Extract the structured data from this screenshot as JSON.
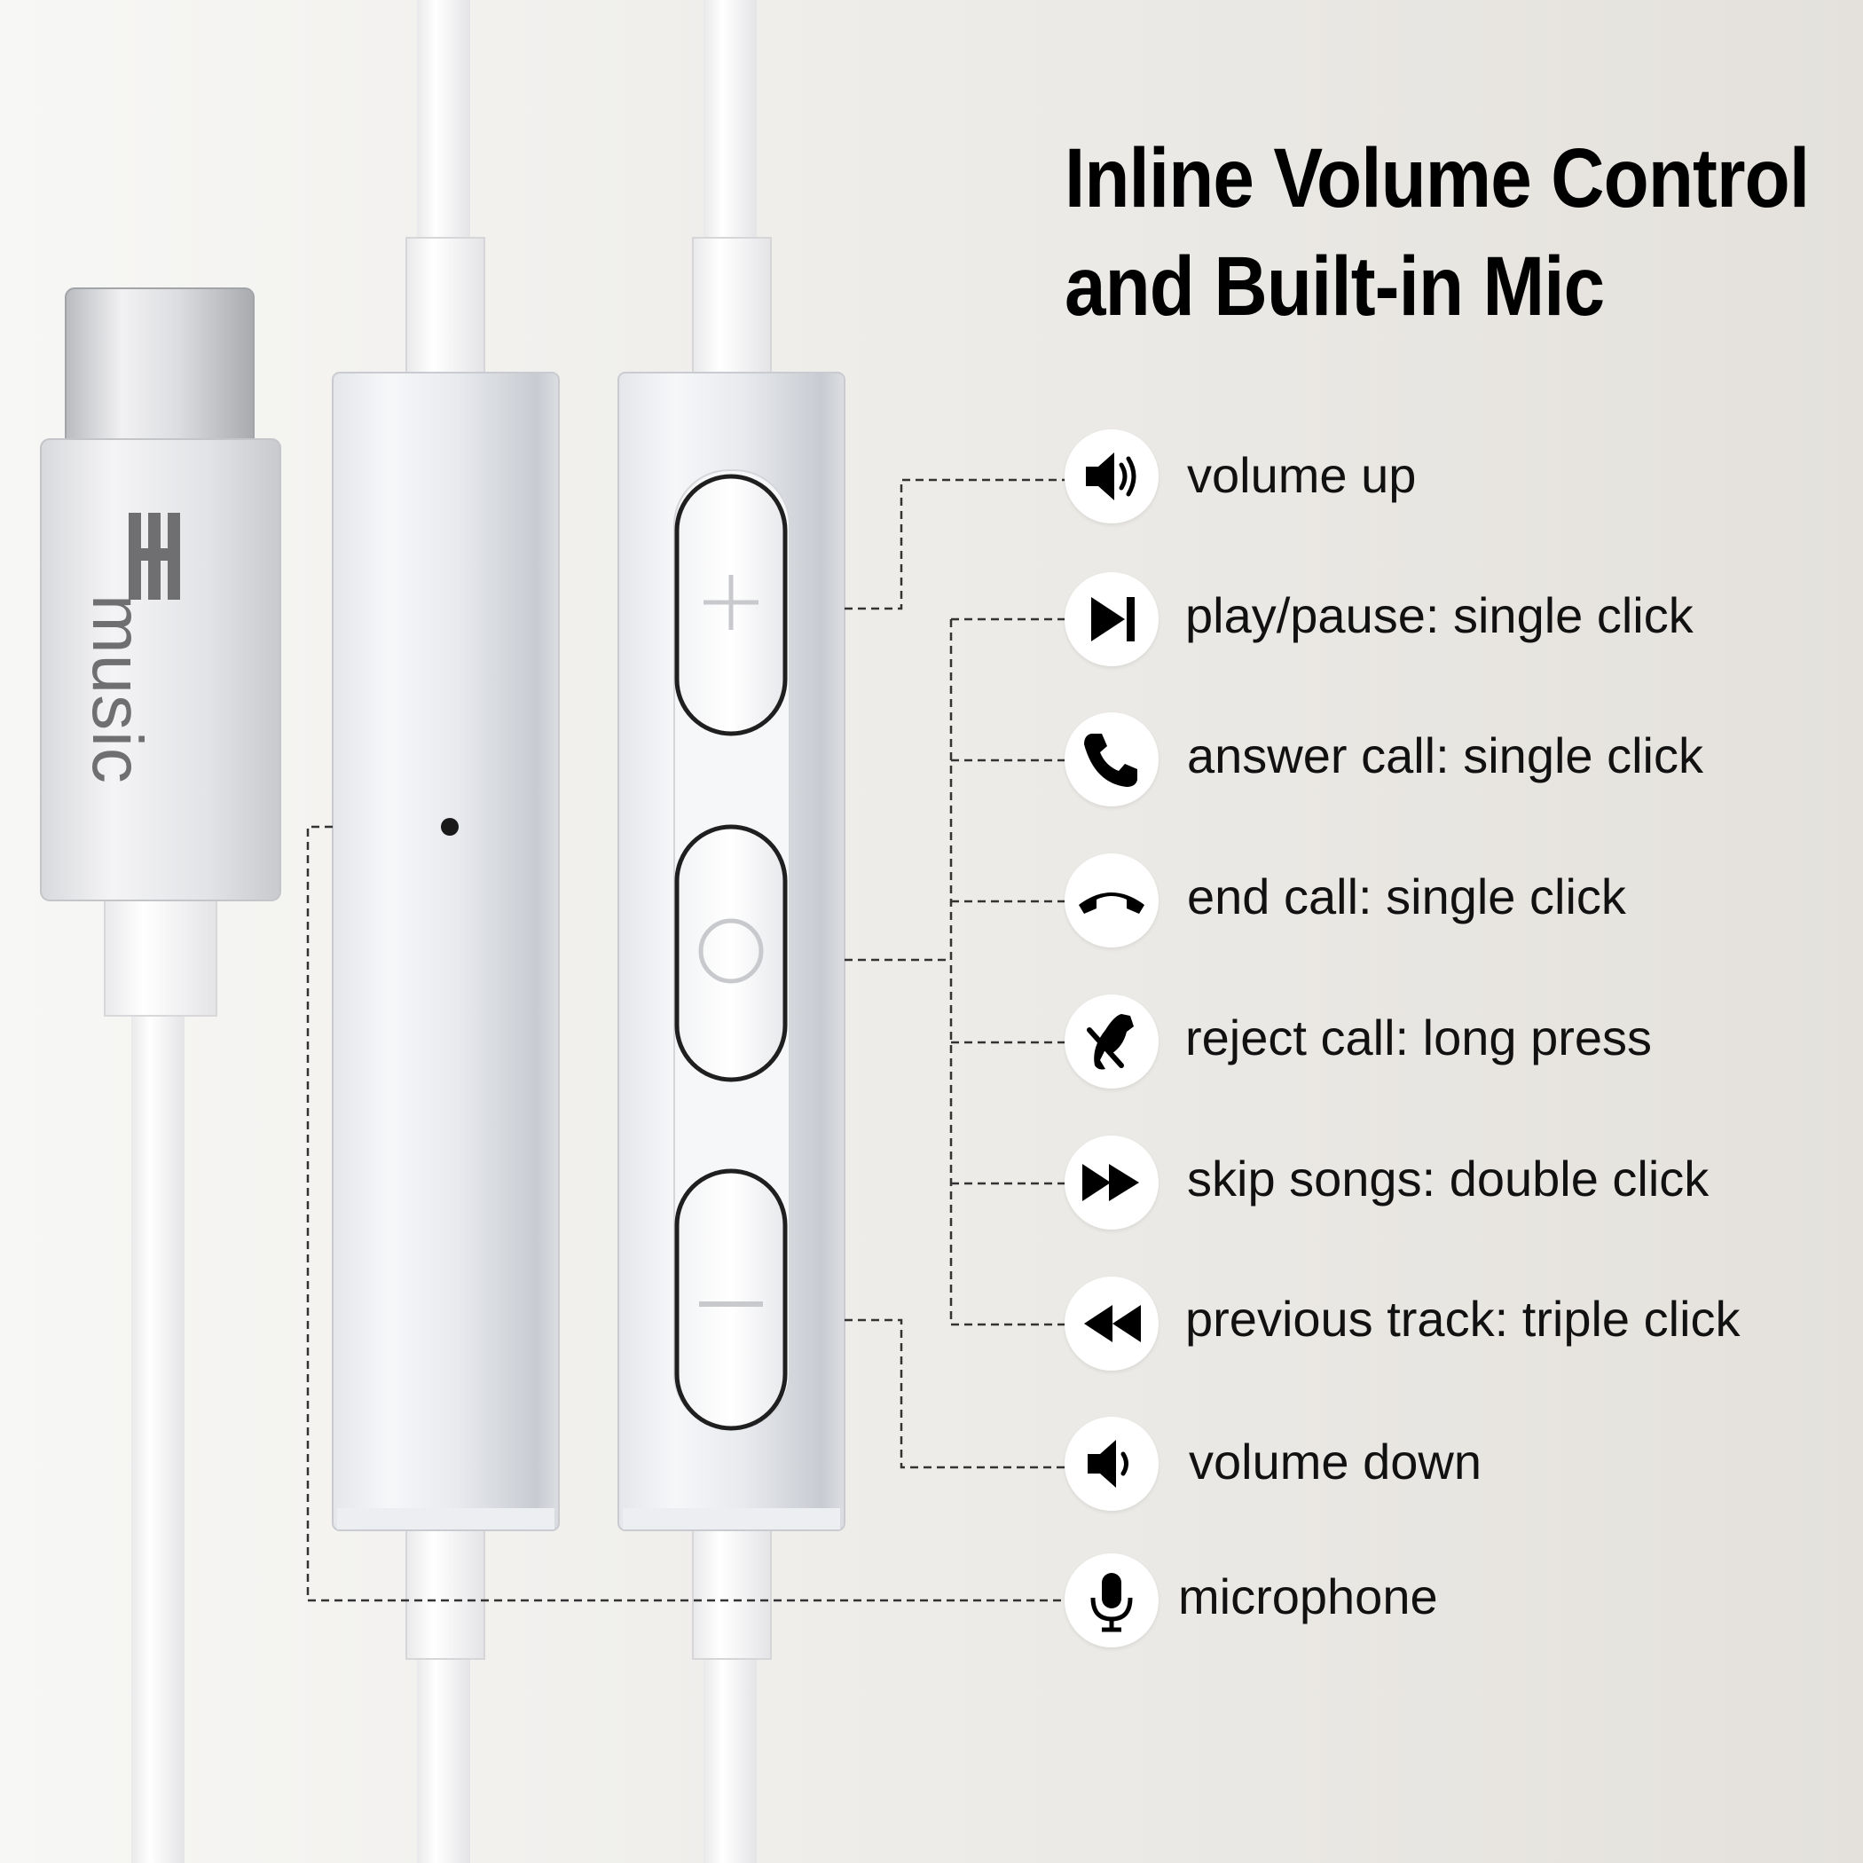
{
  "title": {
    "line1": "Inline Volume Control",
    "line2": "and Built-in Mic"
  },
  "brand": {
    "name": "music"
  },
  "remote": {
    "plus_symbol": "+",
    "minus_symbol": "−"
  },
  "functions": [
    {
      "id": "volume-up",
      "icon": "speaker-loud-icon",
      "label": "volume up"
    },
    {
      "id": "play-pause",
      "icon": "play-pause-icon",
      "label": "play/pause: single click"
    },
    {
      "id": "answer-call",
      "icon": "phone-icon",
      "label": "answer call: single click"
    },
    {
      "id": "end-call",
      "icon": "phone-hangup-icon",
      "label": "end call: single click"
    },
    {
      "id": "reject-call",
      "icon": "phone-reject-icon",
      "label": "reject call: long press"
    },
    {
      "id": "skip-songs",
      "icon": "fast-forward-icon",
      "label": "skip songs: double click"
    },
    {
      "id": "previous-track",
      "icon": "rewind-icon",
      "label": "previous track: triple click"
    },
    {
      "id": "volume-down",
      "icon": "speaker-quiet-icon",
      "label": "volume down"
    },
    {
      "id": "microphone",
      "icon": "microphone-icon",
      "label": "microphone"
    }
  ],
  "colors": {
    "cable": "#ffffff",
    "shell": "#d7d9de",
    "text": "#111111",
    "brand": "#6f6f72"
  }
}
